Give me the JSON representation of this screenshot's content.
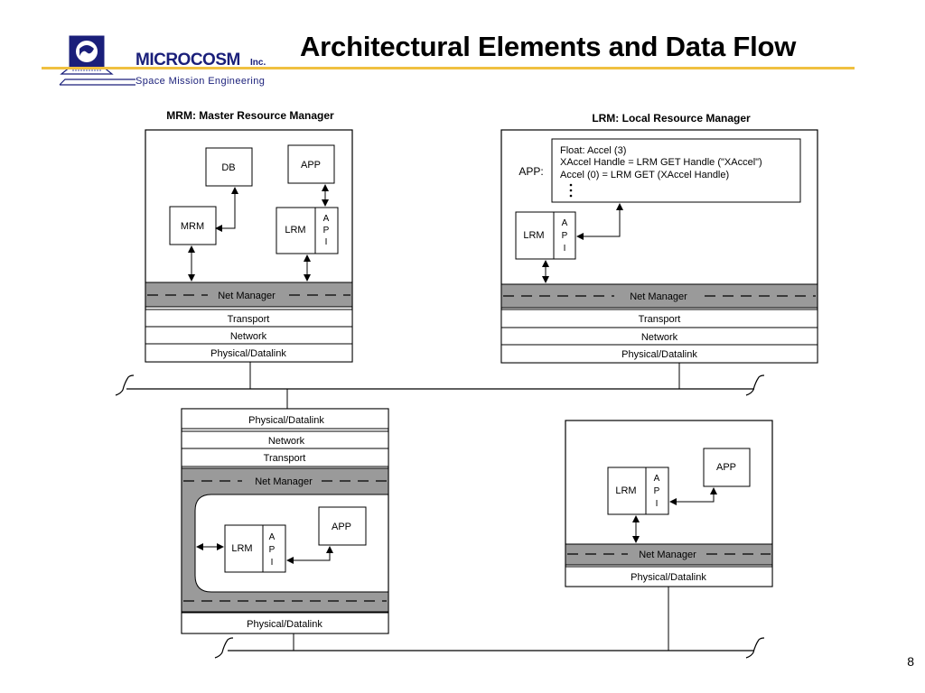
{
  "title": "Architectural Elements and Data Flow",
  "logo": {
    "name": "MICROCOSM",
    "inc": "Inc.",
    "subtitle": "Space Mission Engineering"
  },
  "slide_number": "8",
  "colors": {
    "accent_rule": "#f0c040",
    "brand": "#1a1f7a",
    "net_manager_band": "#9a9a9a"
  },
  "mrm": {
    "caption": "MRM: Master Resource Manager",
    "db": "DB",
    "app": "APP",
    "mrm": "MRM",
    "lrm": "LRM",
    "api": [
      "A",
      "P",
      "I"
    ],
    "net_manager": "Net Manager",
    "transport": "Transport",
    "network": "Network",
    "physical": "Physical/Datalink"
  },
  "lrm_node": {
    "caption": "LRM: Local Resource Manager",
    "app_label": "APP:",
    "code_lines": [
      "Float: Accel (3)",
      "XAccel Handle = LRM GET Handle (\"XAccel\")",
      "Accel (0) = LRM GET (XAccel Handle)"
    ],
    "lrm": "LRM",
    "api": [
      "A",
      "P",
      "I"
    ],
    "net_manager": "Net Manager",
    "transport": "Transport",
    "network": "Network",
    "physical": "Physical/Datalink"
  },
  "gateway_node": {
    "physical_top": "Physical/Datalink",
    "network": "Network",
    "transport": "Transport",
    "net_manager": "Net Manager",
    "lrm": "LRM",
    "api": [
      "A",
      "P",
      "I"
    ],
    "app": "APP",
    "physical_bottom": "Physical/Datalink"
  },
  "simple_node": {
    "lrm": "LRM",
    "api": [
      "A",
      "P",
      "I"
    ],
    "app": "APP",
    "net_manager": "Net Manager",
    "physical": "Physical/Datalink"
  }
}
